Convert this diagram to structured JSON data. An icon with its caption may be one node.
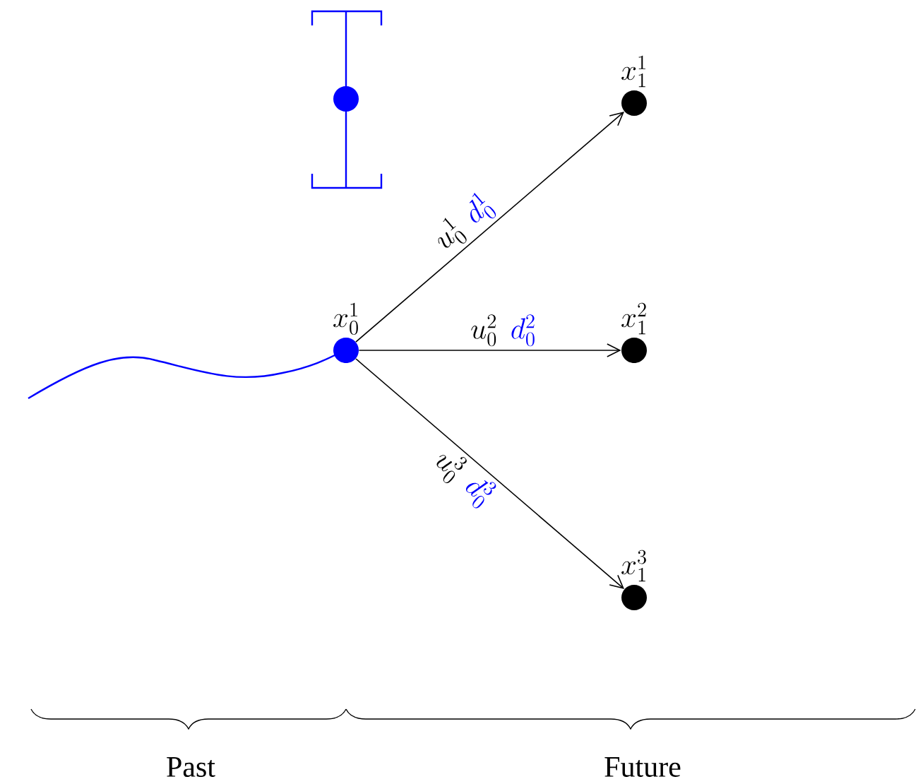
{
  "diagram": {
    "nodes": [
      {
        "text": [
          "x_0^1"
        ]
      },
      {
        "text": [
          "x_1^1"
        ]
      },
      {
        "text": [
          "x_1^2"
        ]
      },
      {
        "text": [
          "x_1^3"
        ]
      }
    ],
    "edges": [
      {
        "from": 0,
        "to": 1,
        "arrow": "to",
        "label": "u_0^1\\;\\, {\\color{blue} d_0^1}"
      },
      {
        "from": 0,
        "to": 2,
        "arrow": "to",
        "label": "u_0^2\\;\\, {\\color{blue} d_0^2}"
      },
      {
        "from": 0,
        "to": 3,
        "arrow": "to",
        "label": "u_0^3\\;\\, {\\color{blue} d_0^3}"
      }
    ],
    "labels": [
      "Past",
      "Future"
    ]
  }
}
